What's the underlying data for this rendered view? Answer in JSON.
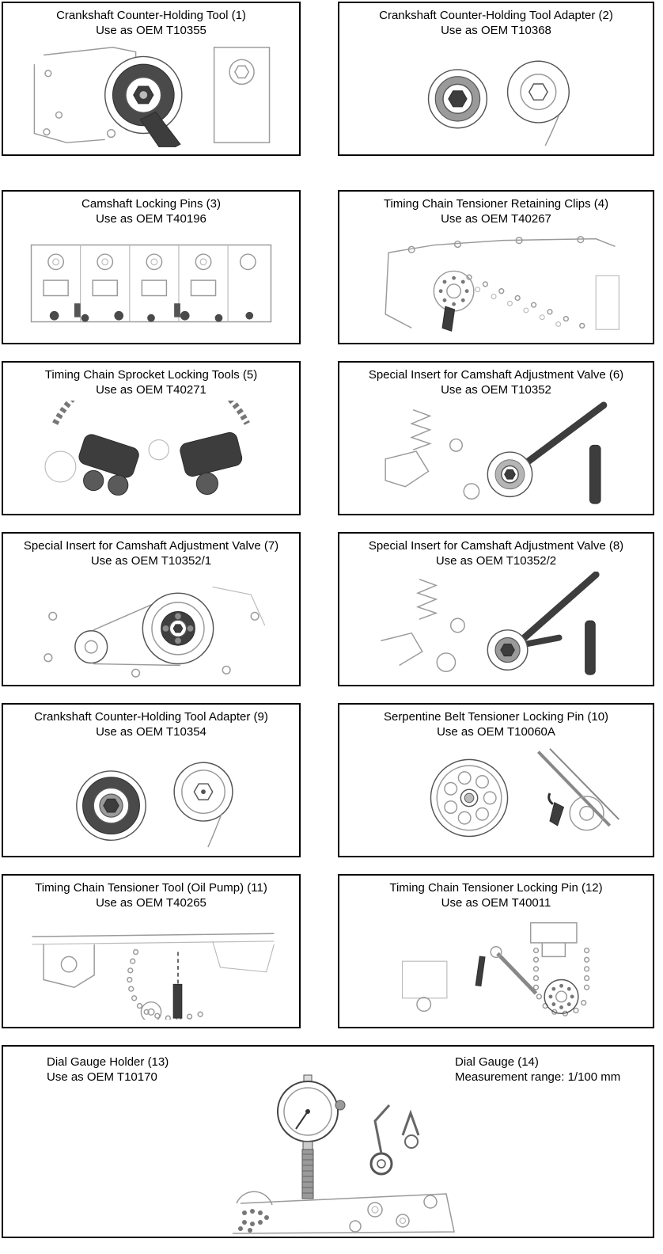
{
  "panels": [
    {
      "title": "Crankshaft Counter-Holding Tool (1)",
      "subtitle": "Use as OEM T10355"
    },
    {
      "title": "Crankshaft Counter-Holding Tool Adapter (2)",
      "subtitle": "Use as OEM T10368"
    },
    {
      "title": "Camshaft Locking Pins (3)",
      "subtitle": "Use as OEM T40196"
    },
    {
      "title": "Timing Chain Tensioner Retaining Clips (4)",
      "subtitle": "Use as OEM T40267"
    },
    {
      "title": "Timing Chain Sprocket Locking Tools (5)",
      "subtitle": "Use as OEM T40271"
    },
    {
      "title": "Special Insert for Camshaft Adjustment Valve (6)",
      "subtitle": "Use as OEM T10352"
    },
    {
      "title": "Special Insert for Camshaft Adjustment Valve (7)",
      "subtitle": "Use as OEM T10352/1"
    },
    {
      "title": "Special Insert for Camshaft Adjustment Valve (8)",
      "subtitle": "Use as OEM T10352/2"
    },
    {
      "title": "Crankshaft Counter-Holding Tool Adapter (9)",
      "subtitle": "Use as OEM T10354"
    },
    {
      "title": "Serpentine Belt Tensioner Locking Pin (10)",
      "subtitle": "Use as OEM T10060A"
    },
    {
      "title": "Timing Chain Tensioner Tool (Oil Pump) (11)",
      "subtitle": "Use as OEM T40265"
    },
    {
      "title": "Timing Chain Tensioner Locking Pin (12)",
      "subtitle": "Use as OEM T40011"
    }
  ],
  "wide_panel": {
    "left_title": "Dial Gauge Holder (13)",
    "left_subtitle": "Use as OEM T10170",
    "right_title": "Dial Gauge (14)",
    "right_subtitle": "Measurement range: 1/100 mm"
  }
}
